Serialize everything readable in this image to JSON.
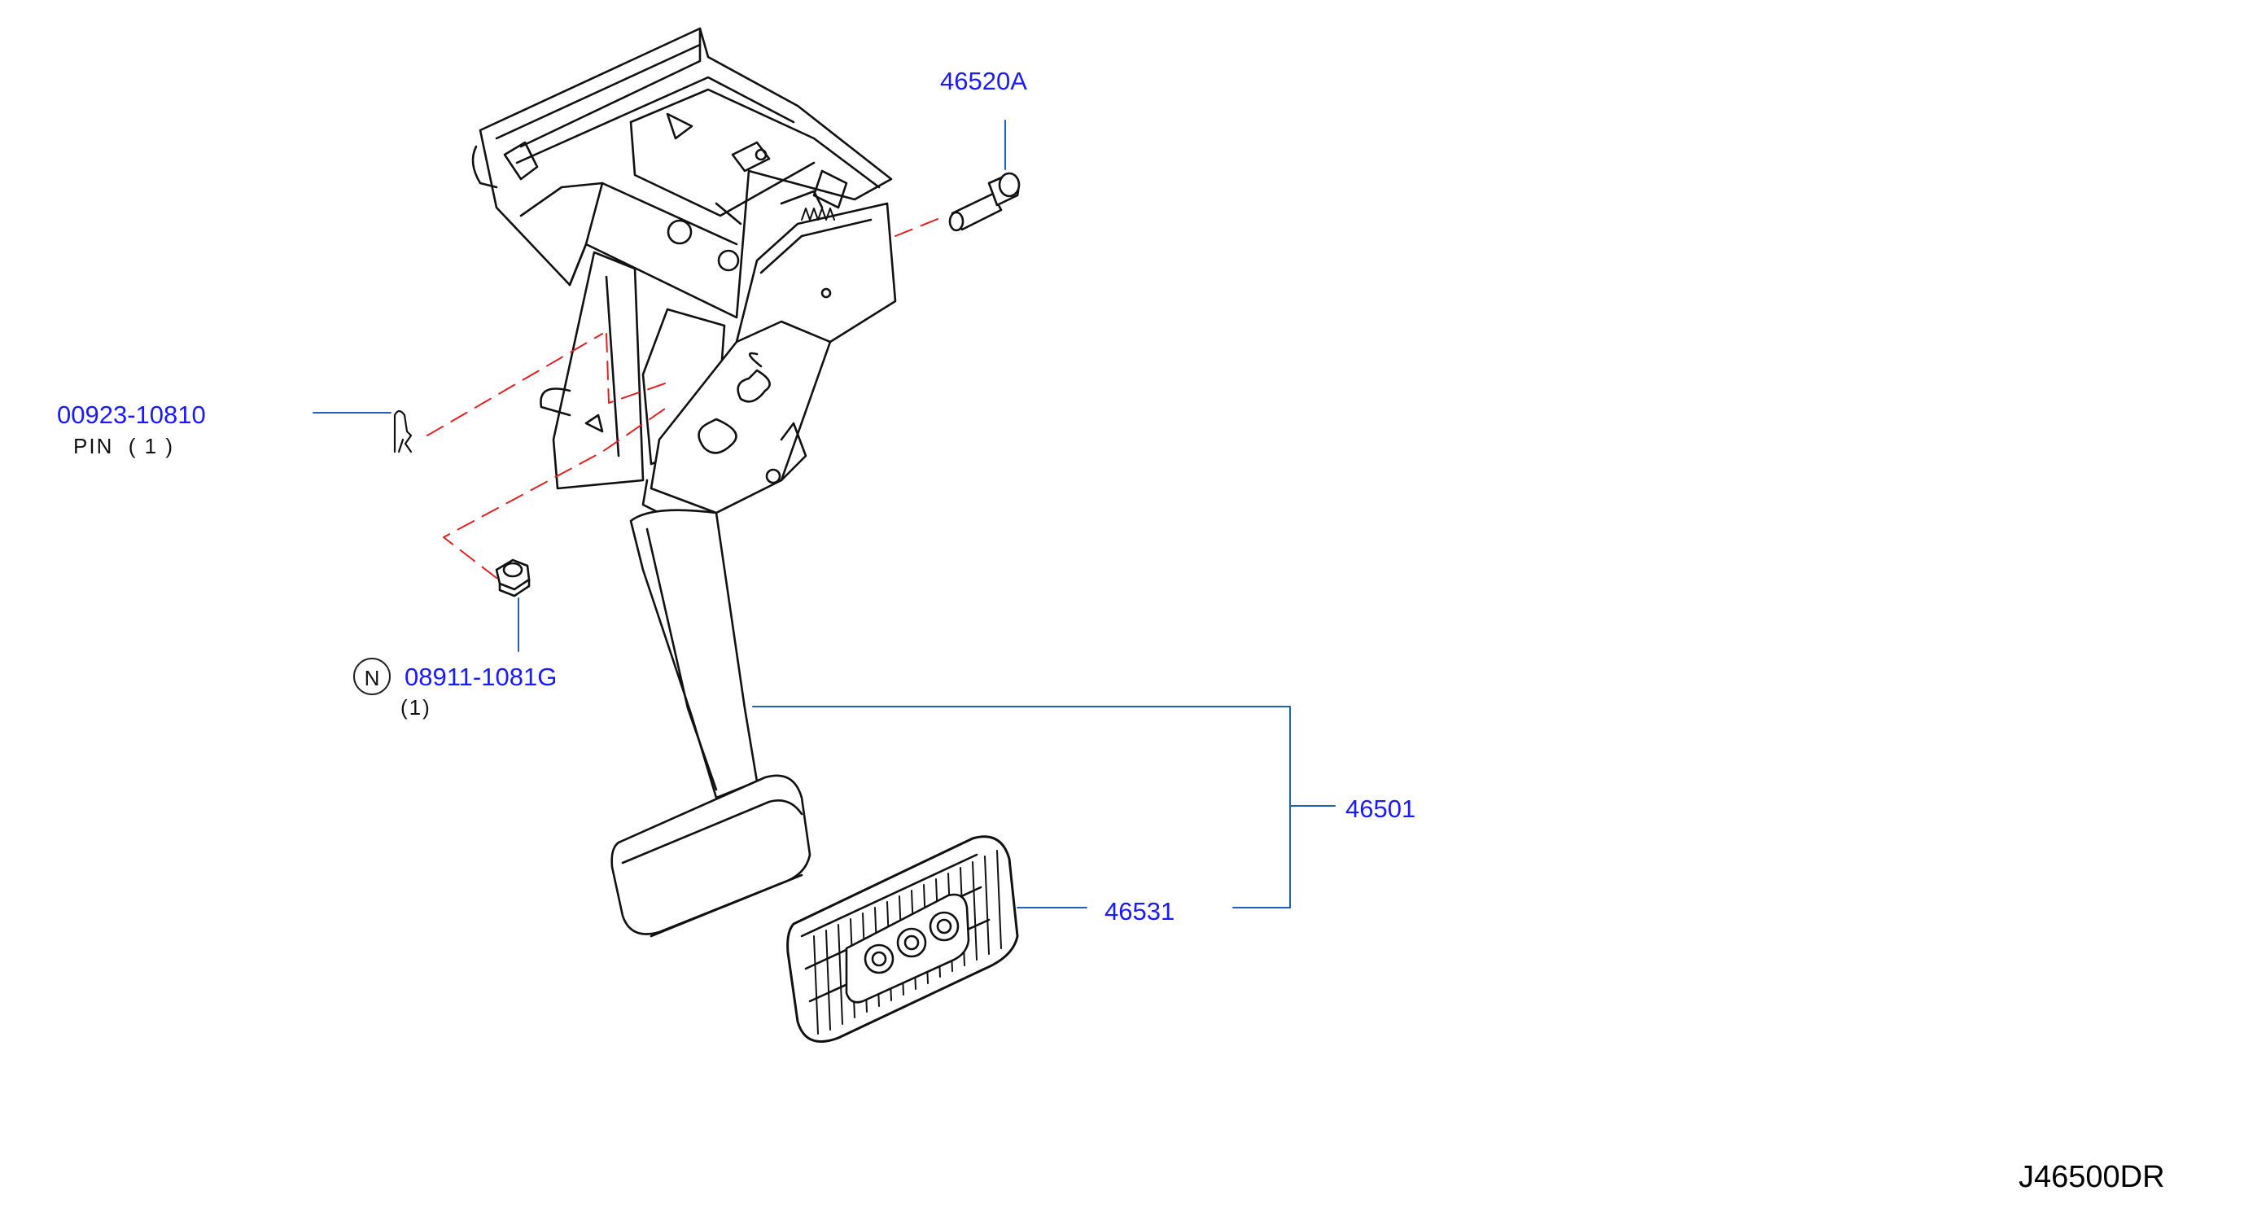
{
  "parts": {
    "bolt": {
      "number": "46520A"
    },
    "pin": {
      "number": "00923-10810",
      "name_qty": "PIN  ( 1 )"
    },
    "nut": {
      "marker": "N",
      "number": "08911-1081G",
      "qty": "(1)"
    },
    "pedal_assembly": {
      "number": "46501"
    },
    "pedal_pad": {
      "number": "46531"
    }
  },
  "diagram_code": "J46500DR",
  "colors": {
    "part_number": "#1a1aff",
    "leader_line": "#1f5fbf",
    "dashed_line": "#e02020",
    "drawing": "#111111"
  }
}
